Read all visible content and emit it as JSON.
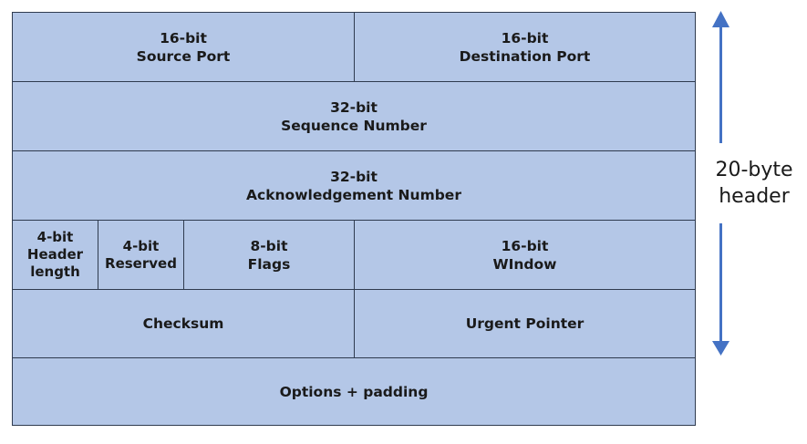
{
  "colors": {
    "cell_fill": "#b4c7e7",
    "cell_border": "#2f3b4f",
    "arrow": "#4472c4"
  },
  "fields": {
    "source_port": {
      "size": "16-bit",
      "name": "Source Port"
    },
    "destination_port": {
      "size": "16-bit",
      "name": "Destination Port"
    },
    "sequence_number": {
      "size": "32-bit",
      "name": "Sequence Number"
    },
    "ack_number": {
      "size": "32-bit",
      "name": "Acknowledgement Number"
    },
    "header_length": {
      "size": "4-bit",
      "name_line1": "Header",
      "name_line2": "length"
    },
    "reserved": {
      "size": "4-bit",
      "name": "Reserved"
    },
    "flags": {
      "size": "8-bit",
      "name": "Flags"
    },
    "window": {
      "size": "16-bit",
      "name": "WIndow"
    },
    "checksum": {
      "name": "Checksum"
    },
    "urgent_pointer": {
      "name": "Urgent Pointer"
    },
    "options": {
      "name": "Options + padding"
    }
  },
  "header_note": {
    "line1": "20-byte",
    "line2": "header"
  },
  "icons": {
    "arrow": "double-headed-vertical-arrow"
  }
}
